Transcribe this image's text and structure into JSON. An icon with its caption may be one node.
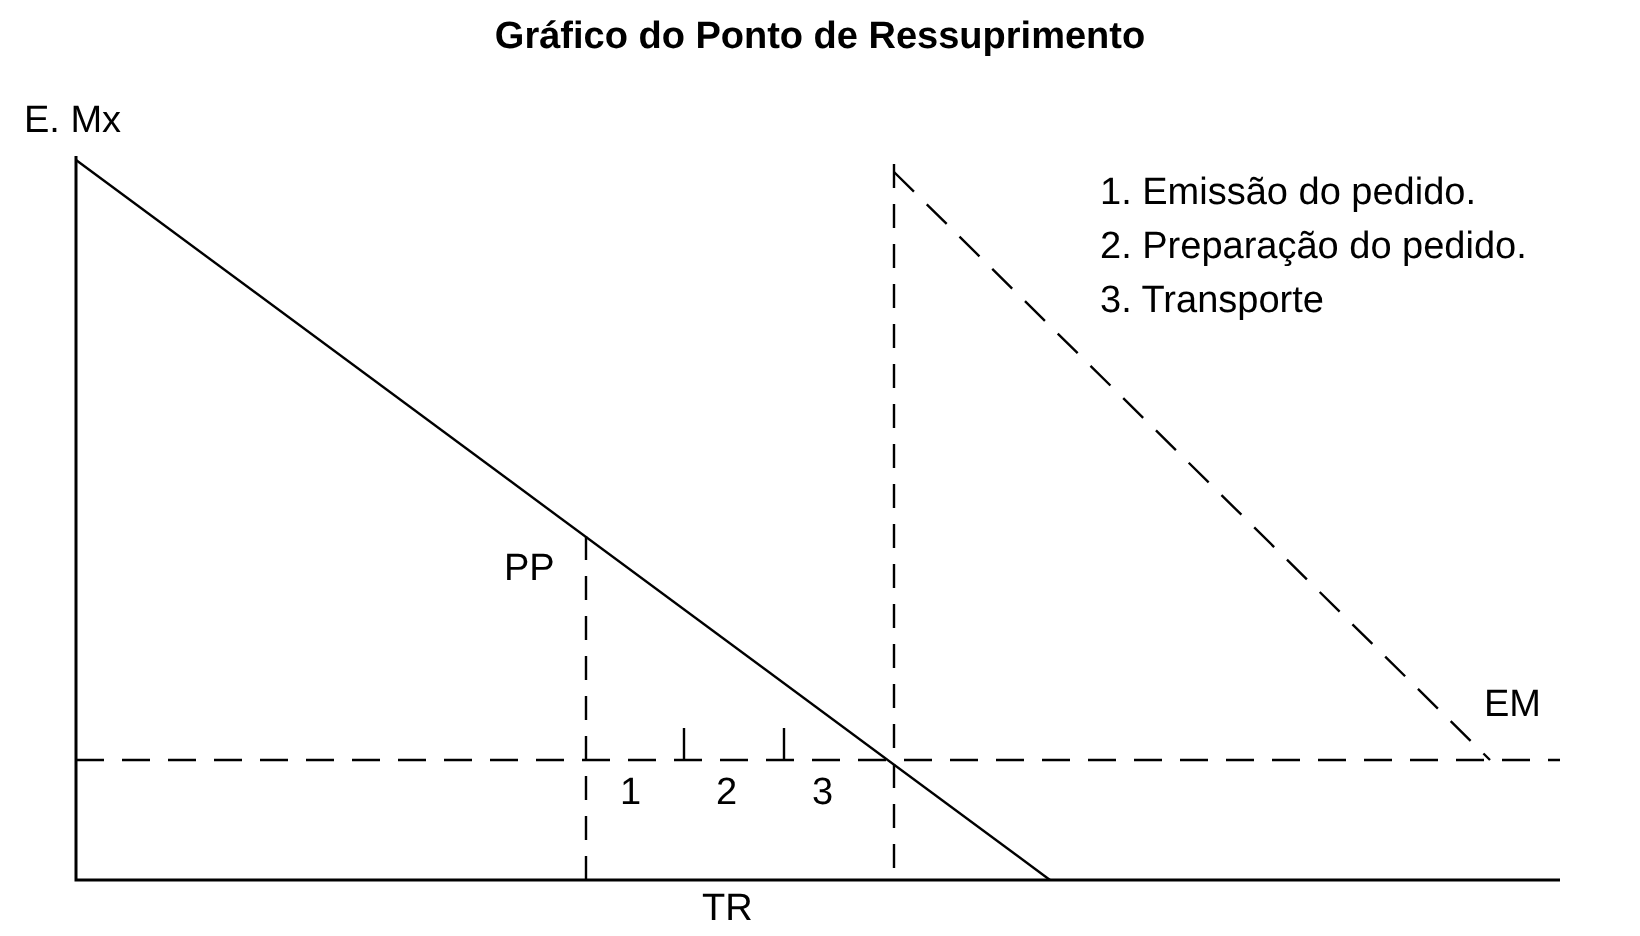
{
  "diagram": {
    "title": "Gráfico do Ponto de Ressuprimento",
    "labels": [
      "E. Mx",
      "1. Emissão do pedido.",
      "2. Preparação do pedido.",
      "3. Transporte",
      "PP",
      "EM",
      "1",
      "2",
      "3",
      "TR"
    ]
  }
}
